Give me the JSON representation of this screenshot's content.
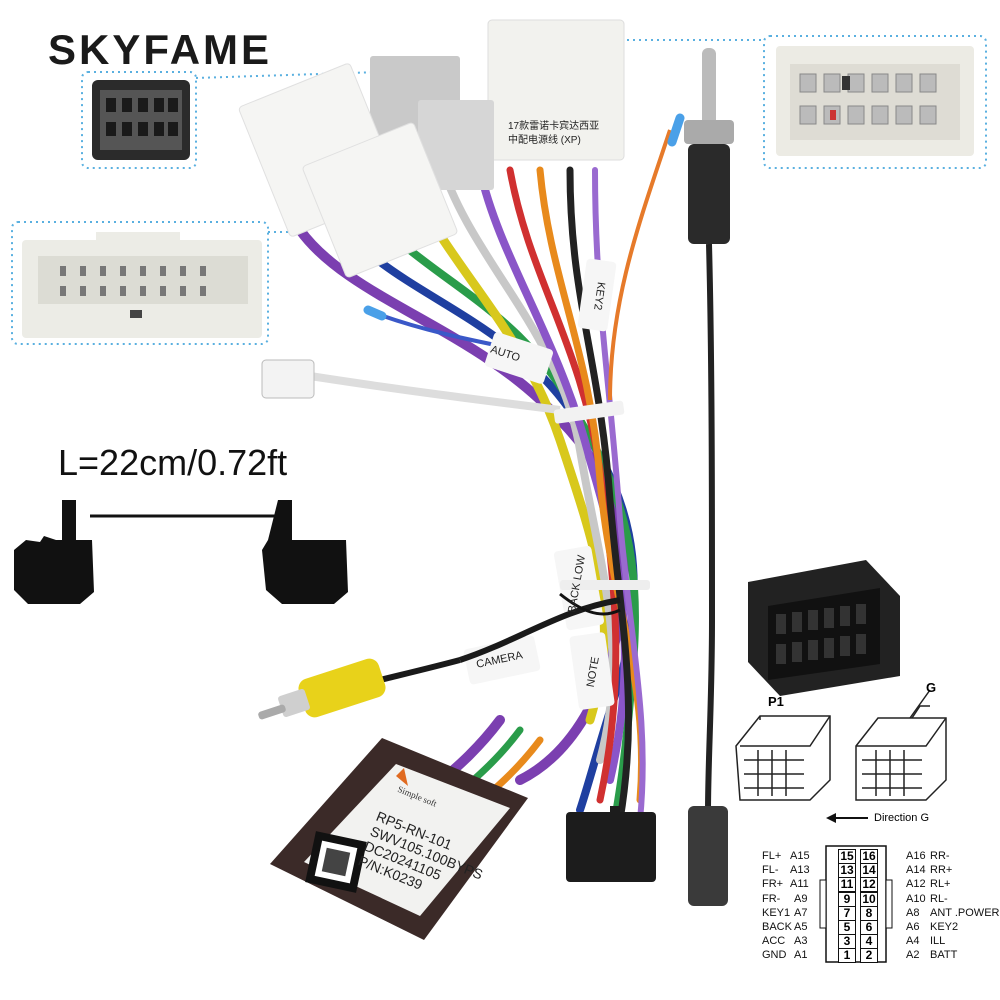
{
  "brand": "SKYFAME",
  "length_label": "L=22cm/0.72ft",
  "wire_tags": {
    "auto": "AUTO",
    "key2": "KEY2",
    "back_low": "BACK LOW",
    "camera": "CAMERA",
    "mute": "NOTE"
  },
  "connector_label": "17款雷诺卡宾达西亚\n中配电源线 (XP)",
  "decoder": {
    "brand": "Simple soft",
    "model": "RP5-RN-101",
    "firmware": "SWV105.100BYPS",
    "date": "DC20241105",
    "pn": "P/N:K0239"
  },
  "diagram": {
    "p1_label": "P1",
    "g_label": "G",
    "direction": "Direction G"
  },
  "pinout": {
    "rows": [
      {
        "left_name": "FL+",
        "left_pin": "A15",
        "n1": "15",
        "n2": "16",
        "right_pin": "A16",
        "right_name": "RR-"
      },
      {
        "left_name": "FL-",
        "left_pin": "A13",
        "n1": "13",
        "n2": "14",
        "right_pin": "A14",
        "right_name": "RR+"
      },
      {
        "left_name": "FR+",
        "left_pin": "A11",
        "n1": "11",
        "n2": "12",
        "right_pin": "A12",
        "right_name": "RL+"
      },
      {
        "left_name": "FR-",
        "left_pin": "A9",
        "n1": "9",
        "n2": "10",
        "right_pin": "A10",
        "right_name": "RL-"
      },
      {
        "left_name": "KEY1",
        "left_pin": "A7",
        "n1": "7",
        "n2": "8",
        "right_pin": "A8",
        "right_name": "ANT .POWER"
      },
      {
        "left_name": "BACK",
        "left_pin": "A5",
        "n1": "5",
        "n2": "6",
        "right_pin": "A6",
        "right_name": "KEY2"
      },
      {
        "left_name": "ACC",
        "left_pin": "A3",
        "n1": "3",
        "n2": "4",
        "right_pin": "A4",
        "right_name": "ILL"
      },
      {
        "left_name": "GND",
        "left_pin": "A1",
        "n1": "1",
        "n2": "2",
        "right_pin": "A2",
        "right_name": "BATT"
      }
    ]
  }
}
